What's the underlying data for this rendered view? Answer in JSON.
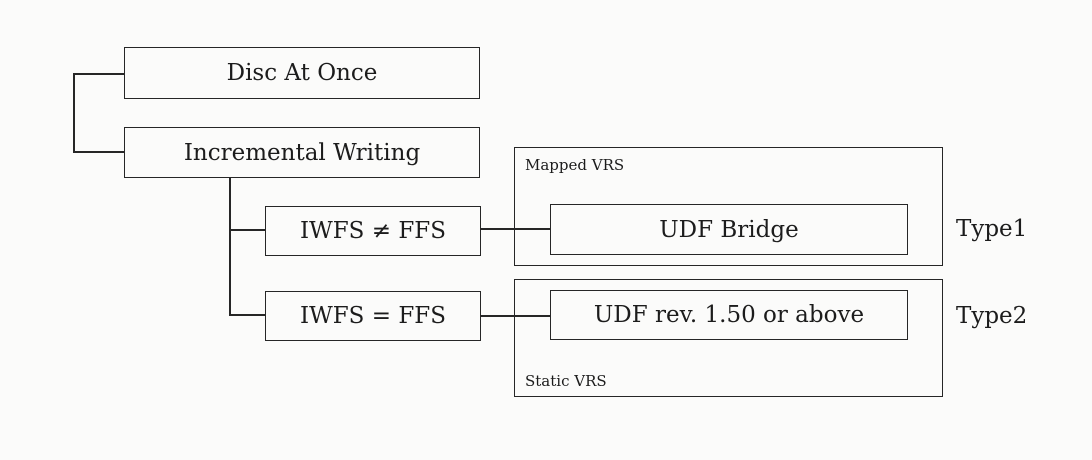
{
  "diagram": {
    "nodes": {
      "disc_at_once": "Disc At Once",
      "incremental_writing": "Incremental Writing",
      "iwfs_ne_ffs": "IWFS ≠ FFS",
      "iwfs_eq_ffs": "IWFS = FFS",
      "udf_bridge": "UDF Bridge",
      "udf_rev": "UDF rev. 1.50 or above"
    },
    "groups": {
      "mapped_vrs": "Mapped VRS",
      "static_vrs": "Static VRS"
    },
    "types": {
      "type1": "Type1",
      "type2": "Type2"
    }
  }
}
